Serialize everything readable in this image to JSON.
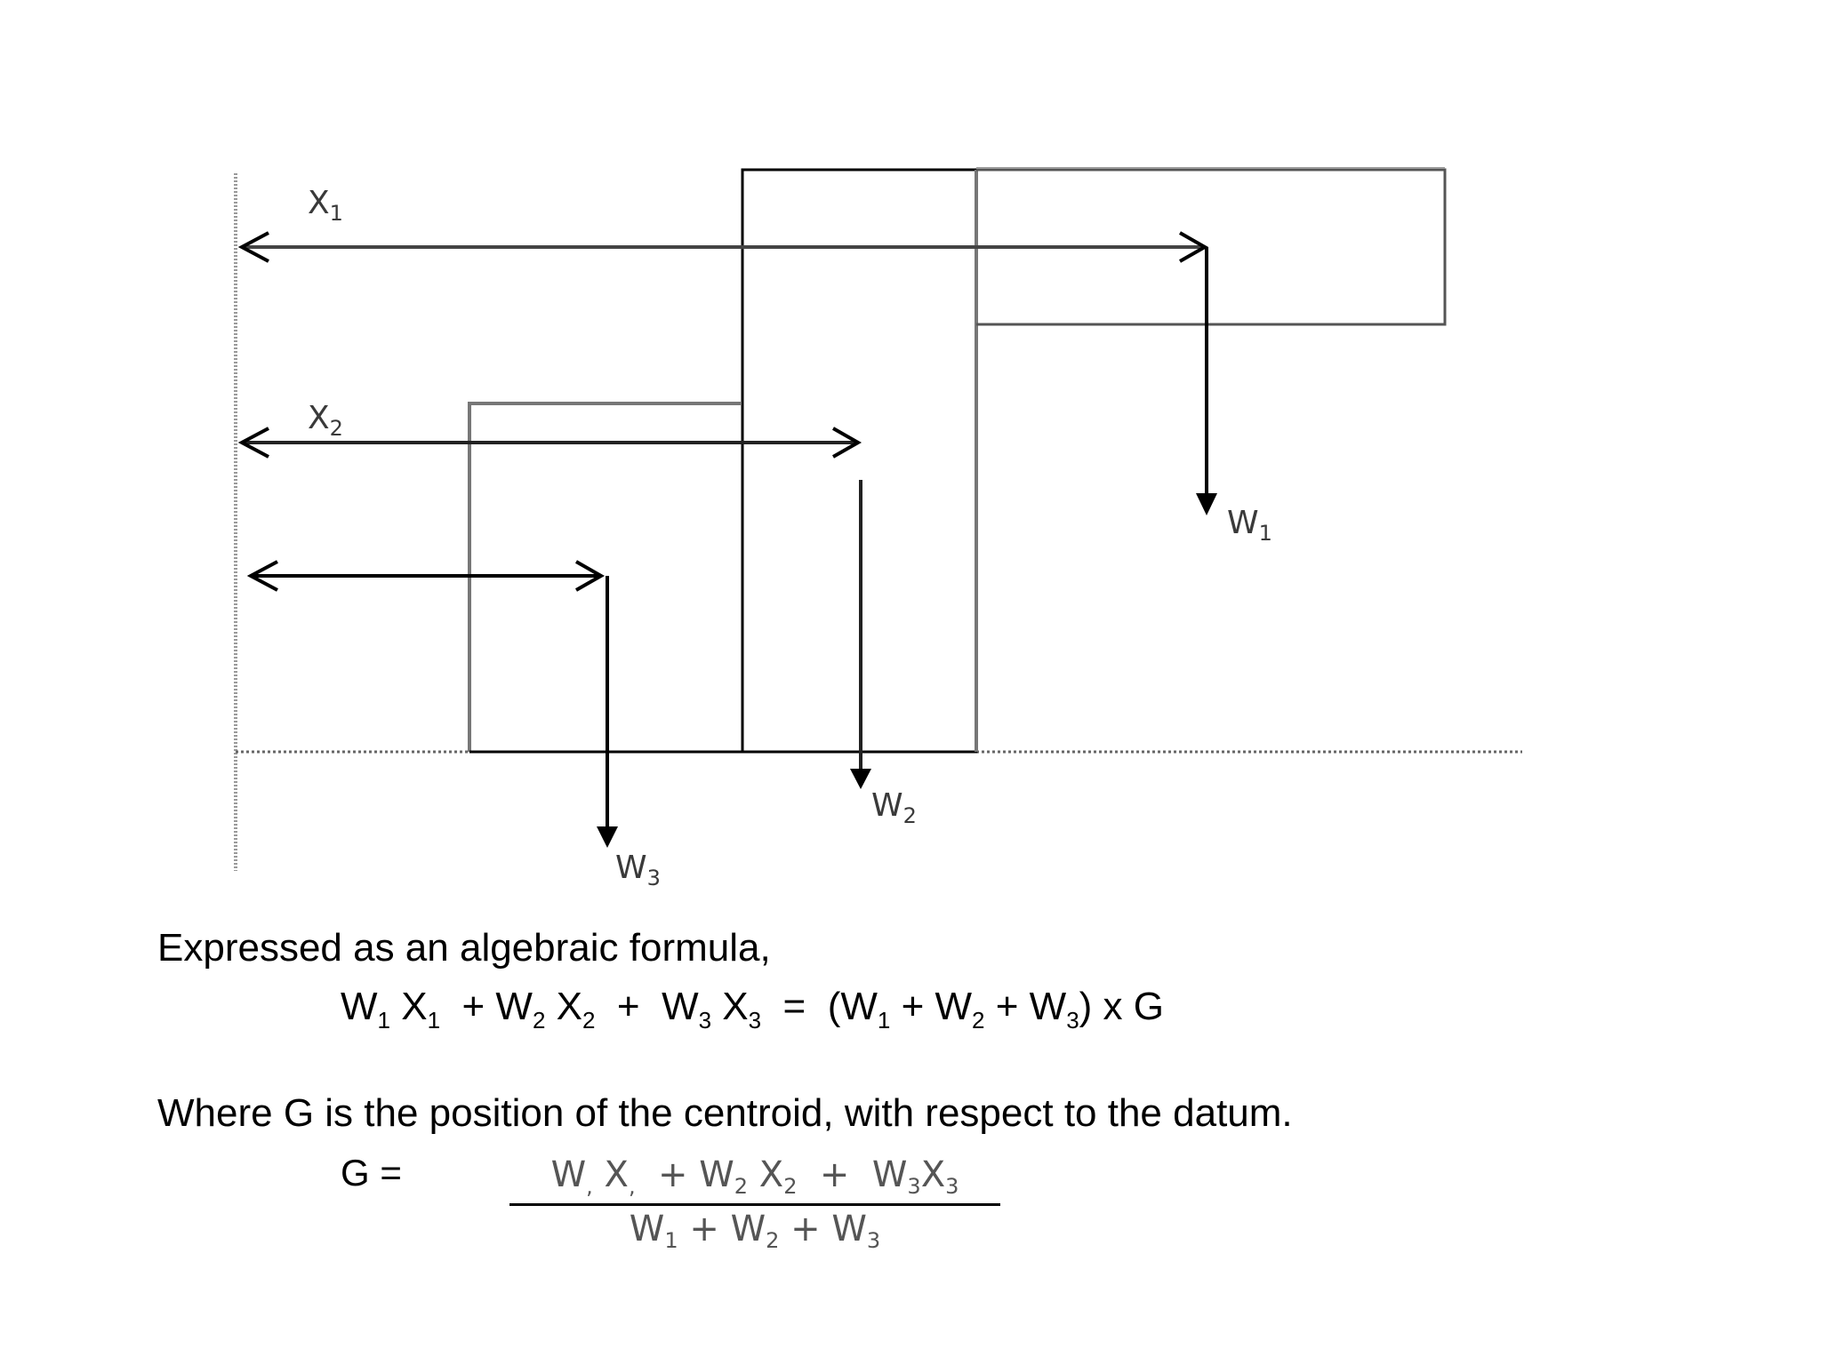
{
  "diagram": {
    "labels": {
      "x1": "X",
      "x1_sub": "1",
      "x2": "X",
      "x2_sub": "2",
      "w1": "W",
      "w1_sub": "1",
      "w2": "W",
      "w2_sub": "2",
      "w3": "W",
      "w3_sub": "3"
    }
  },
  "text": {
    "intro": "Expressed as an algebraic formula,",
    "formula": {
      "t1": "W",
      "s1": "1",
      "t2": " X",
      "s2": "1",
      "t3": "  + W",
      "s3": "2",
      "t4": " X",
      "s4": "2",
      "t5": "  +  W",
      "s5": "3",
      "t6": " X",
      "s6": "3",
      "t7": "  =  (W",
      "s7": "1",
      "t8": " + W",
      "s8": "2",
      "t9": " + W",
      "s9": "3",
      "t10": ") x G"
    },
    "where": "Where G is the position of the centroid, with respect to the datum.",
    "g_label": "G =",
    "fraction": {
      "num": {
        "a": "W",
        "as": ",",
        "b": " X",
        "bs": ",",
        "c": "  + W",
        "cs": "2",
        "d": " X",
        "ds": "2",
        "e": "  +  W",
        "es": "3",
        "f": "X",
        "fs": "3"
      },
      "den": {
        "a": "W",
        "as": "1",
        "b": " + W",
        "bs": "2",
        "c": " + W",
        "cs": "3"
      }
    }
  }
}
